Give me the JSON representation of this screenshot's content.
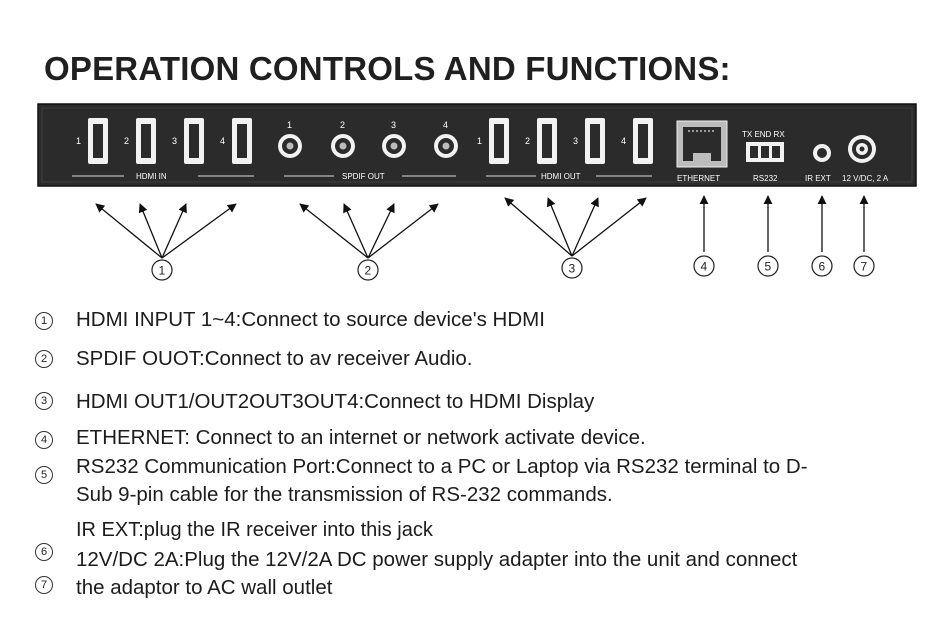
{
  "title": "OPERATION CONTROLS AND FUNCTIONS:",
  "panel": {
    "hdmi_in": {
      "numbers": [
        "1",
        "2",
        "3",
        "4"
      ],
      "label": "HDMI   IN"
    },
    "spdif_out": {
      "numbers": [
        "1",
        "2",
        "3",
        "4"
      ],
      "label": "SPDIF   OUT"
    },
    "hdmi_out": {
      "numbers": [
        "1",
        "2",
        "3",
        "4"
      ],
      "label": "HDMI   OUT"
    },
    "ethernet": {
      "label": "ETHERNET"
    },
    "rs232": {
      "top": "TX END RX",
      "label": "RS232"
    },
    "ir_ext": {
      "label": "IR EXT"
    },
    "dc": {
      "label": "12 V/DC, 2 A"
    }
  },
  "callouts": [
    "1",
    "2",
    "3",
    "4",
    "5",
    "6",
    "7"
  ],
  "legend": [
    {
      "num": "1",
      "text": "HDMI INPUT 1~4:Connect to source device's HDMI"
    },
    {
      "num": "2",
      "text": "SPDIF OUOT:Connect to av receiver Audio."
    },
    {
      "num": "3",
      "text": "HDMI OUT1/OUT2OUT3OUT4:Connect to HDMI Display"
    },
    {
      "num": "4",
      "text": "ETHERNET: Connect to an internet or network activate device."
    },
    {
      "num": "5",
      "text": "RS232 Communication Port:Connect to a PC or Laptop via RS232 terminal to D-",
      "text2": "Sub 9-pin cable for the transmission of RS-232 commands."
    },
    {
      "num": "6",
      "text": "IR EXT:plug the IR receiver into this jack",
      "text2": "12V/DC 2A:Plug the 12V/2A DC power supply adapter into the unit and connect"
    },
    {
      "num": "7",
      "text": "the adaptor to AC wall outlet"
    }
  ]
}
